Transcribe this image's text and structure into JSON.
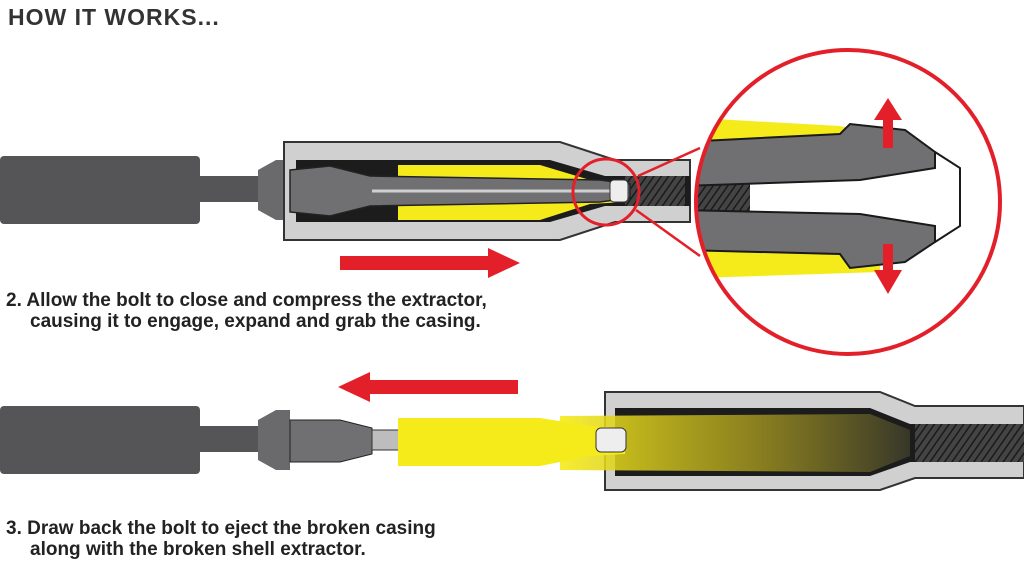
{
  "header": {
    "title": "HOW IT WORKS..."
  },
  "steps": [
    {
      "line1": "2. Allow the bolt to close and compress the extractor,",
      "line2": "causing it to engage, expand and grab the casing."
    },
    {
      "line1": "3. Draw back the bolt to eject the broken casing",
      "line2": "along with the broken shell extractor."
    }
  ],
  "colors": {
    "arrow": "#e3202a",
    "casing": "#f6eb1a",
    "bolt": "#5a5a5c",
    "chamber": "#cfcfcf"
  }
}
